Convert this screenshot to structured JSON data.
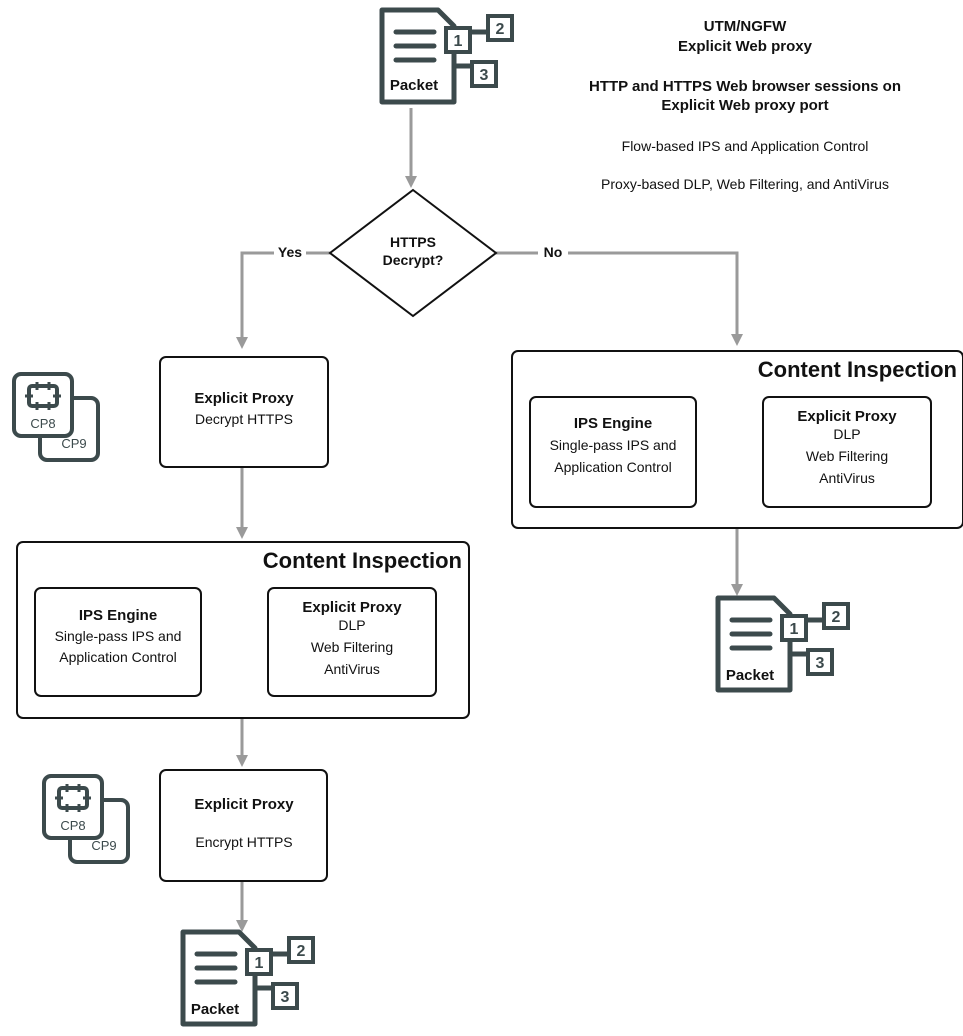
{
  "header": {
    "line1": "UTM/NGFW",
    "line2": "Explicit Web proxy",
    "line3": "HTTP and HTTPS Web browser sessions on",
    "line4": "Explicit Web proxy port",
    "note1": "Flow-based IPS and Application Control",
    "note2": "Proxy-based DLP, Web Filtering, and AntiVirus"
  },
  "packet": {
    "label": "Packet",
    "n1": "1",
    "n2": "2",
    "n3": "3"
  },
  "cp": {
    "cp8": "CP8",
    "cp9": "CP9"
  },
  "decision": {
    "line1": "HTTPS",
    "line2": "Decrypt?",
    "yes": "Yes",
    "no": "No"
  },
  "decrypt_box": {
    "title": "Explicit Proxy",
    "text": "Decrypt HTTPS"
  },
  "content_left": {
    "title": "Content Inspection",
    "ips": {
      "title": "IPS Engine",
      "line1": "Single-pass IPS and",
      "line2": "Application Control"
    },
    "proxy": {
      "title": "Explicit Proxy",
      "line1": "DLP",
      "line2": "Web Filtering",
      "line3": "AntiVirus"
    }
  },
  "content_right": {
    "title": "Content Inspection",
    "ips": {
      "title": "IPS Engine",
      "line1": "Single-pass IPS and",
      "line2": "Application Control"
    },
    "proxy": {
      "title": "Explicit Proxy",
      "line1": "DLP",
      "line2": "Web Filtering",
      "line3": "AntiVirus"
    }
  },
  "encrypt_box": {
    "title": "Explicit Proxy",
    "text": "Encrypt HTTPS"
  },
  "colors": {
    "arrow": "#9a9a9a",
    "icon": "#3c4a4c",
    "border": "#111111"
  }
}
